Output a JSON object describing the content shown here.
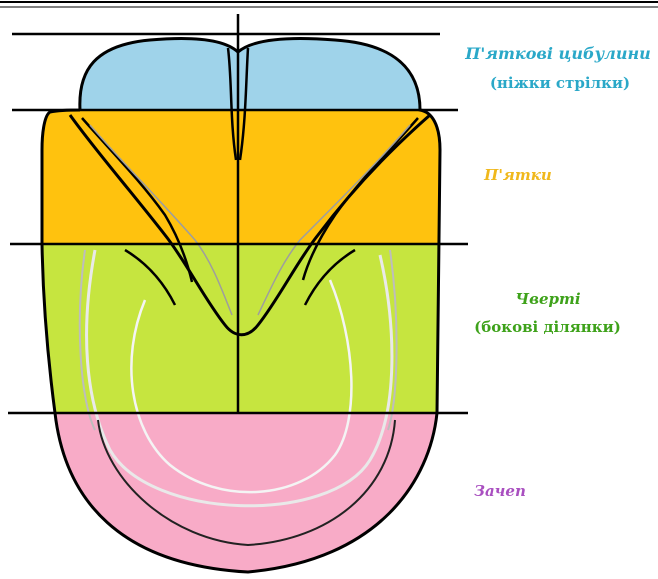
{
  "zones": {
    "bulbs": {
      "label_line1": "П'яткові  цибулини",
      "label_line2": "(ніжки стрілки)",
      "color": "#9fd3ea",
      "text_color": "#2aa8c8"
    },
    "heels": {
      "label": "П'ятки",
      "color": "#ffc20e",
      "text_color": "#f0b81c"
    },
    "quarters": {
      "label_line1": "Чверті",
      "label_line2": "(бокові ділянки)",
      "color": "#c6e53f",
      "text_color": "#3ea21a"
    },
    "toe": {
      "label": "Зачеп",
      "color": "#f8abc7",
      "text_color": "#a94fc0"
    }
  },
  "outline_color": "#000000"
}
